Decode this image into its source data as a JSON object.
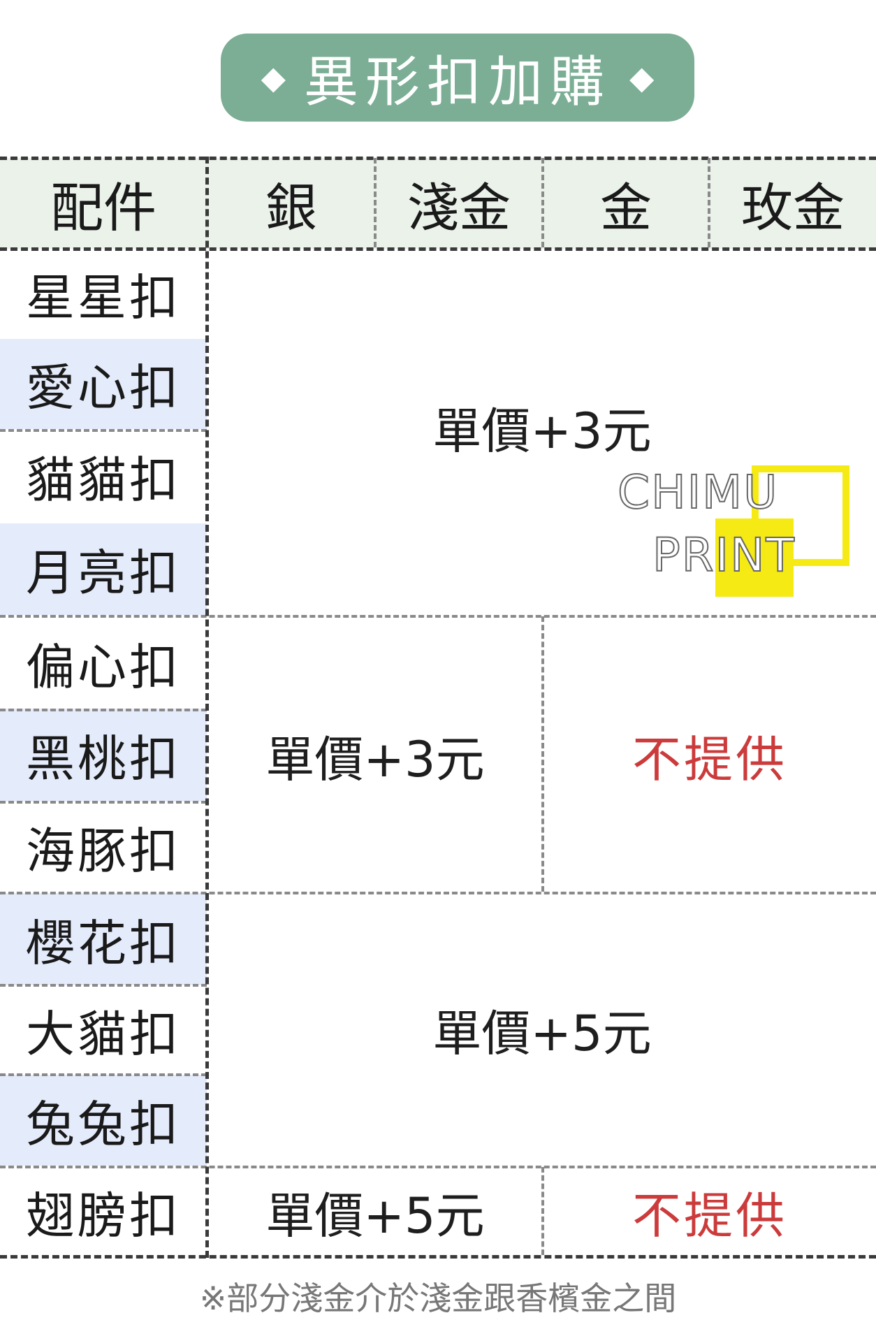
{
  "title": "異形扣加購",
  "header": {
    "col_accessory": "配件",
    "col_silver": "銀",
    "col_light_gold": "淺金",
    "col_gold": "金",
    "col_rose_gold": "玫金"
  },
  "rows": [
    {
      "label": "星星扣"
    },
    {
      "label": "愛心扣"
    },
    {
      "label": "貓貓扣"
    },
    {
      "label": "月亮扣"
    },
    {
      "label": "偏心扣"
    },
    {
      "label": "黑桃扣"
    },
    {
      "label": "海豚扣"
    },
    {
      "label": "櫻花扣"
    },
    {
      "label": "大貓扣"
    },
    {
      "label": "兔兔扣"
    },
    {
      "label": "翅膀扣"
    }
  ],
  "prices": {
    "group1_all": "單價+3元",
    "group2_silver_light": "單價+3元",
    "group2_gold_rose": "不提供",
    "group3_all": "單價+5元",
    "group4_silver_light": "單價+5元",
    "group4_gold_rose": "不提供"
  },
  "watermark": {
    "line1": "CHIMU",
    "line2": "PRINT",
    "accent_color": "#f5ea14"
  },
  "footnote": "※部分淺金介於淺金跟香檳金之間",
  "colors": {
    "title_bg": "#7bae95",
    "header_bg": "#eaf2ea",
    "row_shade": "#e4ebfb",
    "not_offered": "#cc3b3b"
  }
}
